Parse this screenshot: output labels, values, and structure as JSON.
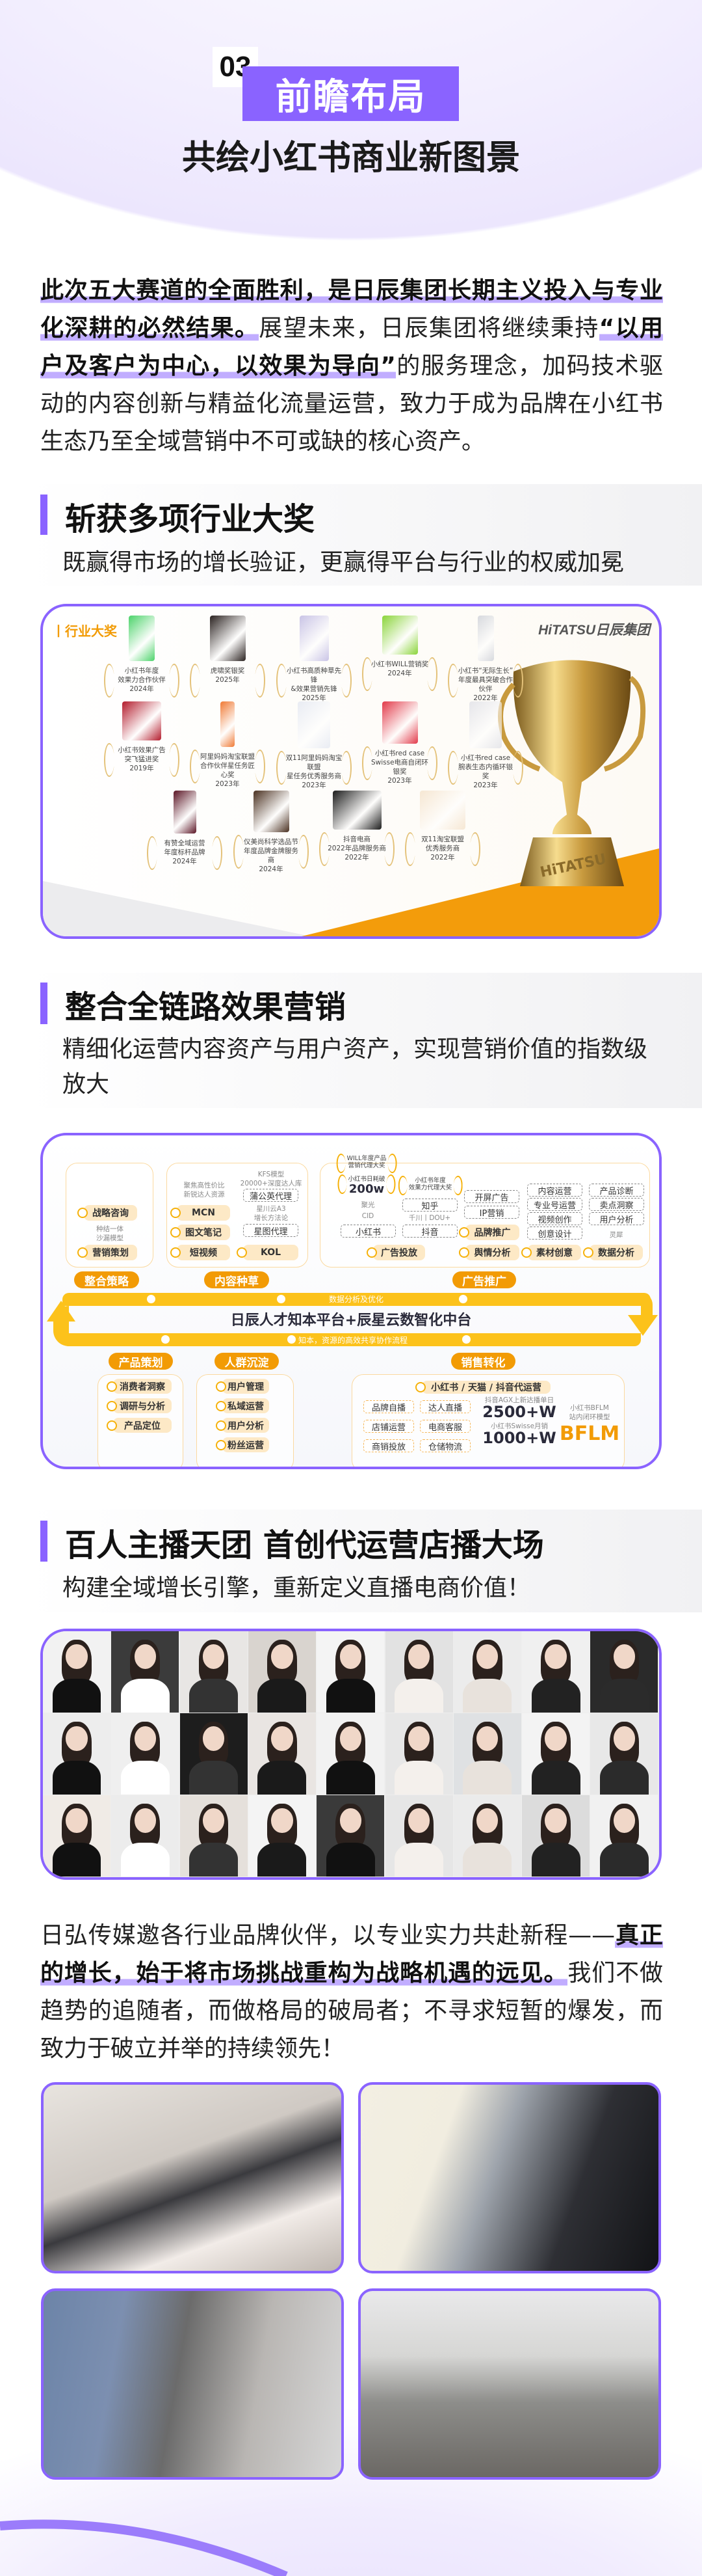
{
  "header": {
    "number": "03",
    "tag": "前瞻布局",
    "subtitle": "共绘小红书商业新图景"
  },
  "intro": {
    "segments": [
      {
        "text": "此次五大赛道的全面胜利，是日辰集团长期主义投入与专业化深耕的必然结果。",
        "bold": true
      },
      {
        "text": "展望未来，日辰集团将继续秉持",
        "bold": false
      },
      {
        "text": "“以用户及客户为中心，以效果为导向”",
        "bold": true
      },
      {
        "text": "的服务理念，加码技术驱动的内容创新与精益化流量运营，致力于成为品牌在小红书生态乃至全域营销中不可或缺的核心资产。",
        "bold": false
      }
    ]
  },
  "section_awards": {
    "title": "斩获多项行业大奖",
    "subtitle": "既赢得市场的增长验证，更赢得平台与行业的权威加冕",
    "card_tag": "丨行业大奖",
    "logo": "HiTATSU日辰集团",
    "trophy_text": "HiTATSU",
    "awards": [
      {
        "lines": [
          "小红书年度",
          "效果力合作伙伴",
          "2024年"
        ],
        "color": "#4cd36a"
      },
      {
        "lines": [
          "虎啸奖银奖",
          "2025年"
        ],
        "color": "#2a2220"
      },
      {
        "lines": [
          "小红书高质种草先锋",
          "&效果营销先锋",
          "2025年"
        ],
        "color": "#c9c4e6"
      },
      {
        "lines": [
          "小红书WILL营销奖",
          "2024年"
        ],
        "color": "#8ad43a"
      },
      {
        "lines": [
          "小红书“无际生长”",
          "年度最具突破合作伙伴",
          "2022年"
        ],
        "color": "#d7d9de"
      },
      {
        "lines": [
          "小红书效果广告",
          "突飞猛进奖",
          "2019年"
        ],
        "color": "#b31b2c"
      },
      {
        "lines": [
          "阿里妈妈淘宝联盟",
          "合作伙伴星任务匠心奖",
          "2023年"
        ],
        "color": "#f07a35"
      },
      {
        "lines": [
          "双11阿里妈妈淘宝联盟",
          "星任务优秀服务商",
          "2023年"
        ],
        "color": "#e9ecf3"
      },
      {
        "lines": [
          "小红书red case",
          "Swisse电商自闭环银奖",
          "2023年"
        ],
        "color": "#e23a4a"
      },
      {
        "lines": [
          "小红书red case",
          "腕表生态内循环银奖",
          "2023年"
        ],
        "color": "#e6e6ea"
      },
      {
        "lines": [
          "有赞全域运营",
          "年度标杆品牌",
          "2024年"
        ],
        "color": "#5a1424"
      },
      {
        "lines": [
          "仪美尚科学选品节",
          "年度品牌金牌服务商",
          "2024年"
        ],
        "color": "#4a3020"
      },
      {
        "lines": [
          "抖音电商",
          "2022年品牌服务商",
          "2022年"
        ],
        "color": "#1c1c1c"
      },
      {
        "lines": [
          "双11淘宝联盟",
          "优秀服务商",
          "2022年"
        ],
        "color": "#f6e7d3"
      }
    ]
  },
  "section_marketing": {
    "title": "整合全链路效果营销",
    "subtitle": "精细化运营内容资产与用户资产，实现营销价值的指数级放大"
  },
  "diagram": {
    "labels": {
      "strategy": "整合策略",
      "content": "内容种草",
      "ads": "广告推广",
      "product": "产品策划",
      "crowd": "人群沉淀",
      "sales": "销售转化"
    },
    "strategy": {
      "consulting": "战略咨询",
      "note": [
        "种结一体",
        "沙漏模型"
      ],
      "planning": "营销策划"
    },
    "content": {
      "note_left": [
        "聚焦高性价比",
        "新锐达人资源"
      ],
      "mcn": "MCN",
      "notes": "图文笔记",
      "video": "短视频",
      "note_right": [
        "KFS模型",
        "20000+深度达人库"
      ],
      "dandelion": "蒲公英代理",
      "note_mid": [
        "星川云A3",
        "增长方法论"
      ],
      "xingtu": "星图代理",
      "kol": "KOL"
    },
    "ads": {
      "award_will": [
        "WILL年度产品",
        "营销代理大奖"
      ],
      "award_daily": [
        "小红书日耗破",
        "200w"
      ],
      "award_effect": [
        "小红书年度",
        "效果力代理大奖"
      ],
      "juguang": "聚光",
      "cid": "CID",
      "xhs": "小红书",
      "zhihu": "知乎",
      "qianchuan": "千川丨DOU+",
      "douyin": "抖音",
      "ad_delivery": "广告投放",
      "splash": "开屏广告",
      "ip": "IP营销",
      "brand": "品牌推广",
      "sentiment": "舆情分析",
      "content_ops": "内容运营",
      "pro_ops": "专业号运营",
      "video_create": "视频创作",
      "creative": "创意设计",
      "material": "素材创意",
      "diagnosis": "产品诊断",
      "selling": "卖点洞察",
      "user_analysis": "用户分析",
      "lingxi": "灵犀",
      "data_analysis": "数据分析"
    },
    "loop": {
      "title": "日辰人才知本平台+辰星云数智化中台",
      "top": "数据分析及优化",
      "bottom": "知本，资源的高效共享协作流程"
    },
    "product": [
      "消费者洞察",
      "调研与分析",
      "产品定位"
    ],
    "crowd": [
      "用户管理",
      "私域运营",
      "用户分析",
      "粉丝运营"
    ],
    "sales": {
      "header": "小红书 / 天猫 / 抖音代运营",
      "items": [
        "品牌自播",
        "达人直播",
        "店铺运营",
        "电商客服",
        "商销投放",
        "仓储物流"
      ],
      "stat1_label": "抖音AGX上新达播单日",
      "stat1": "2500+W",
      "stat2_label": "小红书Swisse月销",
      "stat2": "1000+W",
      "model_label": [
        "小红书BFLM",
        "站内闭环模型"
      ],
      "model": "BFLM"
    },
    "colors": {
      "orange": "#f29b05",
      "yellow": "#fcc21b",
      "pill": "#fde9c6"
    }
  },
  "section_anchors": {
    "title": "百人主播天团 首创代运营店播大场",
    "subtitle": "构建全域增长引擎，重新定义直播电商价值！"
  },
  "closing": {
    "segments": [
      {
        "text": "日弘传媒邀各行业品牌伙伴，以专业实力共赴新程——",
        "bold": false
      },
      {
        "text": "真正的增长，始于将市场挑战重构为战略机遇的远见。",
        "bold": true
      },
      {
        "text": "我们不做趋势的追随者，而做格局的破局者；不寻求短暂的爆发，而致力于破立并举的持续领先！",
        "bold": false
      }
    ]
  },
  "colors": {
    "accent": "#8a63ff",
    "highlight": "#c1adff"
  }
}
